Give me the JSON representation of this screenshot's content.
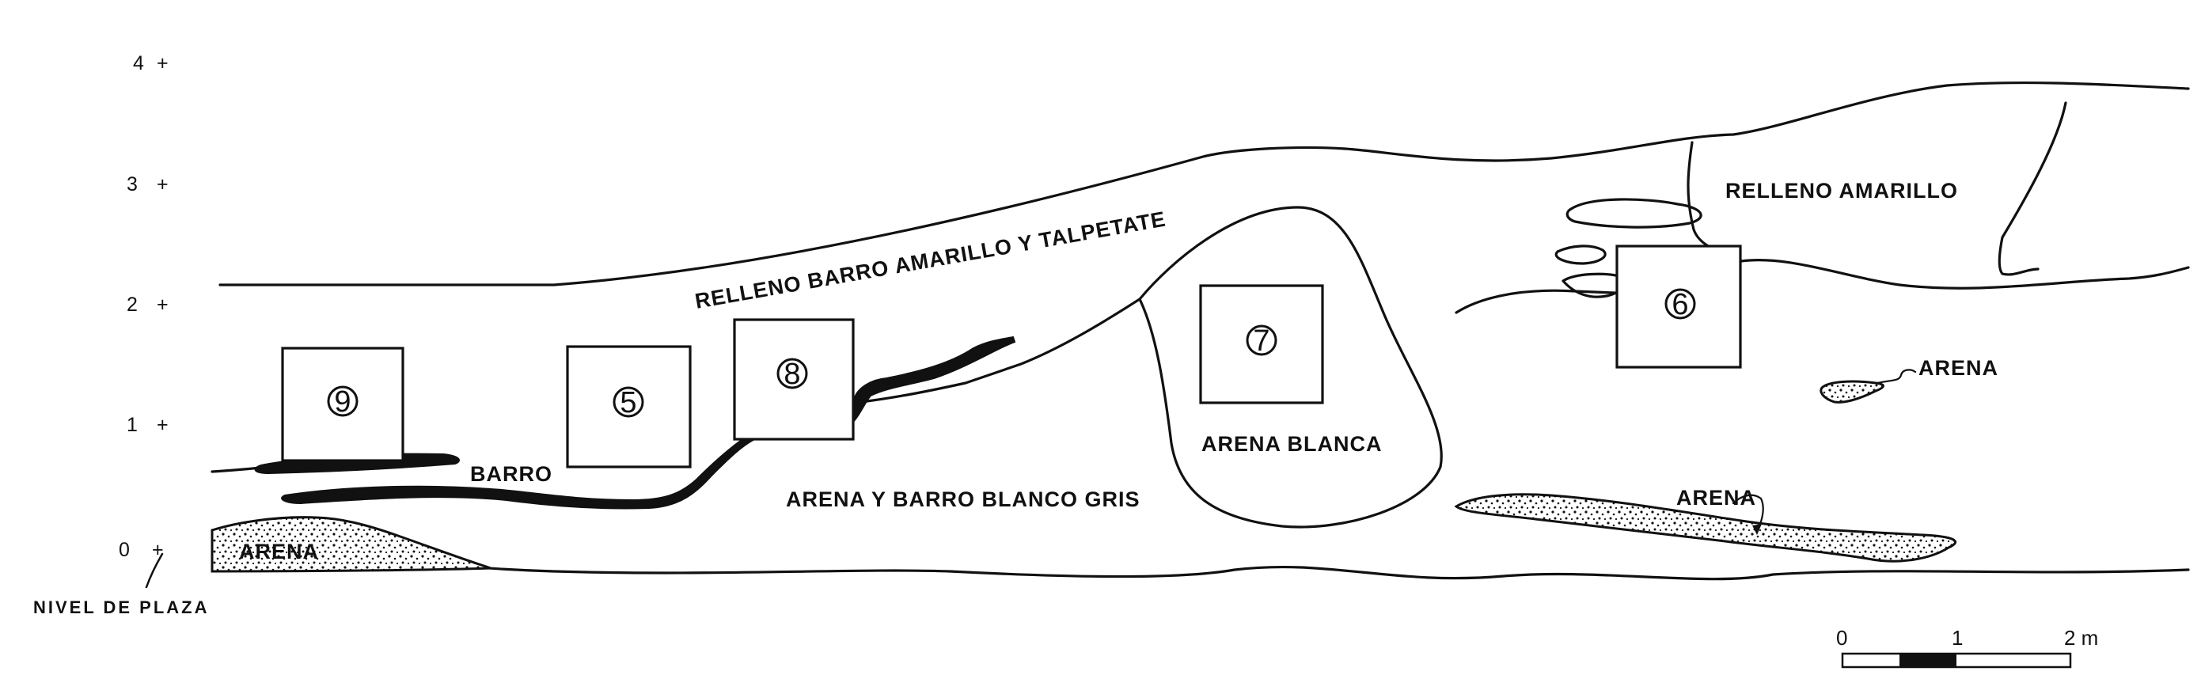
{
  "section": {
    "y_axis": {
      "ticks": [
        "4",
        "3",
        "2",
        "1",
        "0"
      ],
      "datum_label": "NIVEL DE PLAZA"
    },
    "strata": {
      "fill_top": "RELLENO BARRO AMARILLO Y TALPETATE",
      "fill_right": "RELLENO AMARILLO",
      "clay": "BARRO",
      "sand_clay": "ARENA Y BARRO BLANCO GRIS",
      "white_sand": "ARENA BLANCA",
      "sand_left": "ARENA",
      "sand_right_upper": "ARENA",
      "sand_right_lower": "ARENA"
    },
    "boxes": {
      "box_9": "9",
      "box_5": "5",
      "box_8": "8",
      "box_7": "7",
      "box_6": "6"
    },
    "scale_bar": {
      "label_0": "0",
      "label_1": "1",
      "label_2": "2 m"
    }
  }
}
